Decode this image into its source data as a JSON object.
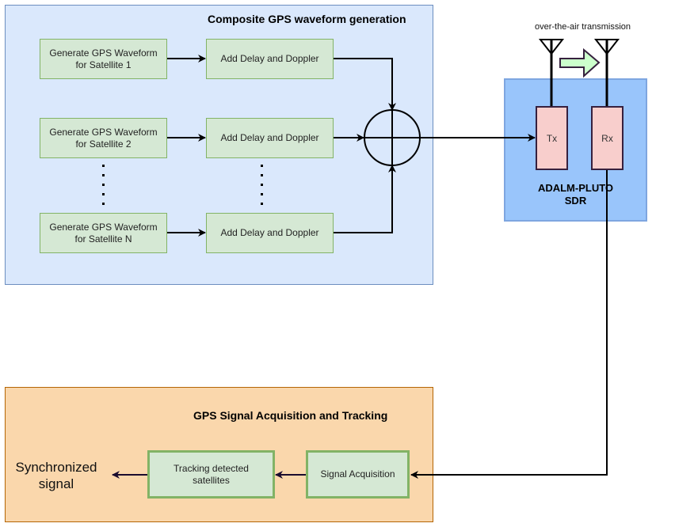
{
  "composite_group": {
    "title": "Composite GPS waveform generation",
    "generators": [
      {
        "line1": "Generate GPS Waveform",
        "line2": "for Satellite 1"
      },
      {
        "line1": "Generate GPS Waveform",
        "line2": "for Satellite 2"
      },
      {
        "line1": "Generate GPS Waveform",
        "line2": "for Satellite N"
      }
    ],
    "delay_blocks": [
      {
        "label": "Add Delay and Doppler"
      },
      {
        "label": "Add Delay and Doppler"
      },
      {
        "label": "Add Delay and Doppler"
      }
    ],
    "summer_icon": "summing-junction-icon"
  },
  "sdr": {
    "label_line1": "ADALM-PLUTO",
    "label_line2": "SDR",
    "tx_label": "Tx",
    "rx_label": "Rx",
    "antenna_icon": "antenna-icon",
    "transmission_label": "over-the-air transmission",
    "transmission_arrow_icon": "right-arrow-icon"
  },
  "tracking_group": {
    "title": "GPS Signal Acquisition and Tracking",
    "acquisition_label": "Signal Acquisition",
    "tracking_line1": "Tracking detected",
    "tracking_line2": "satellites",
    "output_line1": "Synchronized",
    "output_line2": "signal"
  },
  "colors": {
    "composite_fill": "#dae8fc",
    "composite_border": "#6c8ebf",
    "block_fill": "#d5e8d4",
    "block_border": "#82b366",
    "sdr_fill": "#99c5fb",
    "radio_fill": "#f8cecc",
    "tracking_fill": "#fad7ac",
    "tracking_border": "#b46504",
    "arrow_fill": "#ccffcc"
  }
}
